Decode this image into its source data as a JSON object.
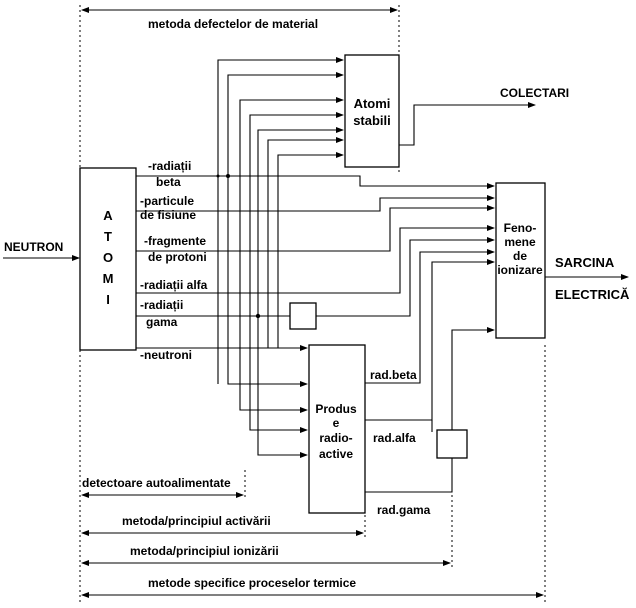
{
  "input_label": "NEUTRON",
  "atomi_label": [
    "A",
    "T",
    "O",
    "M",
    "I"
  ],
  "atomi_stabili": [
    "Atomi",
    "stabili"
  ],
  "fenomene": [
    "Feno-",
    "mene",
    "de",
    "ionizare"
  ],
  "produse": [
    "Produs",
    "e",
    "radio-",
    "active"
  ],
  "colectari": "COLECTARI",
  "sarcina": [
    "SARCINA",
    "ELECTRICĂ"
  ],
  "outputs": [
    "-radiații",
    "beta",
    "-particule",
    "de fisiune",
    "-fragmente",
    "de protoni",
    "-radiații alfa",
    "-radiații",
    "gama",
    "-neutroni"
  ],
  "rad": {
    "beta": "rad.beta",
    "alfa": "rad.alfa",
    "gama": "rad.gama"
  },
  "methods": {
    "top": "metoda defectelor de material",
    "detectoare": "detectoare autoalimentate",
    "activare": "metoda/principiul activării",
    "ionizare": "metoda/principiul ionizării",
    "termice": "metode specifice proceselor termice"
  }
}
